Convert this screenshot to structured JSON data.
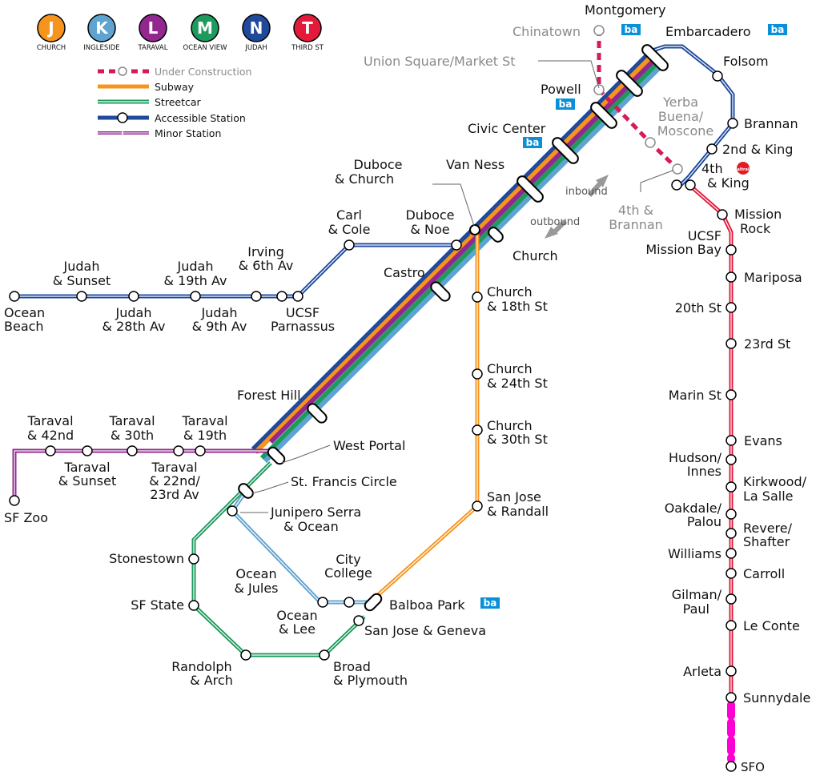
{
  "legend": {
    "lines": [
      {
        "letter": "J",
        "name": "CHURCH",
        "color": "#f7941d"
      },
      {
        "letter": "K",
        "name": "INGLESIDE",
        "color": "#5fa3d0"
      },
      {
        "letter": "L",
        "name": "TARAVAL",
        "color": "#92278f"
      },
      {
        "letter": "M",
        "name": "OCEAN VIEW",
        "color": "#1e9a5e"
      },
      {
        "letter": "N",
        "name": "JUDAH",
        "color": "#1f4a9c"
      },
      {
        "letter": "T",
        "name": "THIRD ST",
        "color": "#e31b3b"
      }
    ],
    "items": {
      "construction": "Under Construction",
      "subway": "Subway",
      "streetcar": "Streetcar",
      "accessible": "Accessible Station",
      "minor": "Minor Station"
    }
  },
  "directions": {
    "inbound": "inbound",
    "outbound": "outbound"
  },
  "bart_logo": "ba",
  "caltrain_logo": "Caltrain",
  "stations": {
    "montgomery": "Montgomery",
    "embarcadero": "Embarcadero",
    "chinatown": "Chinatown",
    "union_square": "Union Square/Market St",
    "folsom": "Folsom",
    "powell": "Powell",
    "yerba_buena": [
      "Yerba",
      "Buena/",
      "Moscone"
    ],
    "brannan": "Brannan",
    "civic_center": "Civic Center",
    "second_king": "2nd & King",
    "fourth_king": [
      "4th",
      "& King"
    ],
    "fourth_brannan": [
      "4th &",
      "Brannan"
    ],
    "duboce_church": [
      "Duboce",
      "& Church"
    ],
    "van_ness": "Van Ness",
    "mission_rock": [
      "Mission",
      "Rock"
    ],
    "carl_cole": [
      "Carl",
      "& Cole"
    ],
    "duboce_noe": [
      "Duboce",
      "& Noe"
    ],
    "ucsf_mission_bay": [
      "UCSF",
      "Mission Bay"
    ],
    "irving_6th": [
      "Irving",
      "& 6th Av"
    ],
    "church": "Church",
    "judah_sunset": [
      "Judah",
      "& Sunset"
    ],
    "judah_19th": [
      "Judah",
      "& 19th Av"
    ],
    "castro": "Castro",
    "mariposa": "Mariposa",
    "church_18th": [
      "Church",
      "& 18th St"
    ],
    "ocean_beach": [
      "Ocean",
      "Beach"
    ],
    "judah_28th": [
      "Judah",
      "& 28th Av"
    ],
    "judah_9th": [
      "Judah",
      "& 9th Av"
    ],
    "ucsf_parnassus": [
      "UCSF",
      "Parnassus"
    ],
    "twentieth": "20th St",
    "twenty_third": "23rd St",
    "church_24th": [
      "Church",
      "& 24th St"
    ],
    "forest_hill": "Forest Hill",
    "marin": "Marin St",
    "taraval_42nd": [
      "Taraval",
      "& 42nd"
    ],
    "taraval_30th": [
      "Taraval",
      "& 30th"
    ],
    "taraval_19th": [
      "Taraval",
      "& 19th"
    ],
    "church_30th": [
      "Church",
      "& 30th St"
    ],
    "evans": "Evans",
    "west_portal": "West Portal",
    "taraval_sunset": [
      "Taraval",
      "& Sunset"
    ],
    "taraval_22nd": [
      "Taraval",
      "& 22nd/",
      "23rd Av"
    ],
    "hudson": [
      "Hudson/",
      "Innes"
    ],
    "kirkwood": [
      "Kirkwood/",
      "La Salle"
    ],
    "st_francis": "St. Francis Circle",
    "sf_zoo": "SF Zoo",
    "san_jose_randall": [
      "San Jose",
      "& Randall"
    ],
    "junipero": [
      "Junipero Serra",
      "& Ocean"
    ],
    "oakdale": [
      "Oakdale/",
      "Palou"
    ],
    "revere": [
      "Revere/",
      "Shafter"
    ],
    "stonestown": "Stonestown",
    "williams": "Williams",
    "city_college": [
      "City",
      "College"
    ],
    "ocean_jules": [
      "Ocean",
      "& Jules"
    ],
    "carroll": "Carroll",
    "gilman": [
      "Gilman/",
      "Paul"
    ],
    "balboa": "Balboa Park",
    "sf_state": "SF State",
    "ocean_lee": [
      "Ocean",
      "& Lee"
    ],
    "le_conte": "Le Conte",
    "san_jose_geneva": "San Jose & Geneva",
    "randolph": [
      "Randolph",
      "& Arch"
    ],
    "broad": [
      "Broad",
      "& Plymouth"
    ],
    "arleta": "Arleta",
    "sunnydale": "Sunnydale",
    "sfo": "SFO"
  }
}
